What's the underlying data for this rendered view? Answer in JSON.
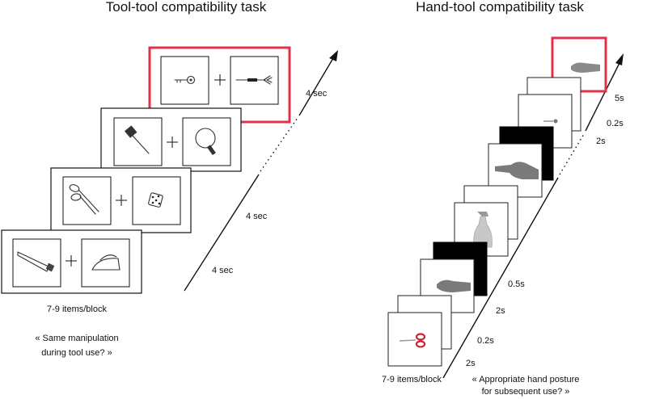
{
  "left_panel": {
    "title": "Tool-tool compatibility task",
    "durations": [
      "4 sec",
      "4 sec",
      "4 sec"
    ],
    "items_per_block": "7-9 items/block",
    "question_line1": "« Same manipulation",
    "question_line2": "during tool use? »",
    "highlight_color": "#e0314b",
    "trials": [
      {
        "left": "key-icon",
        "right": "dart-icon",
        "highlighted": true
      },
      {
        "left": "fly-swatter-icon",
        "right": "ping-pong-paddle-icon",
        "highlighted": false
      },
      {
        "left": "scissors-icon",
        "right": "die-icon",
        "highlighted": false
      },
      {
        "left": "saw-icon",
        "right": "iron-icon",
        "highlighted": false
      }
    ]
  },
  "right_panel": {
    "title": "Hand-tool compatibility task",
    "durations": [
      "5s",
      "0.2s",
      "2s",
      "0.5s",
      "2s",
      "0.2s",
      "2s"
    ],
    "items_per_block": "7-9 items/block",
    "question_line1": "« Appropriate hand posture",
    "question_line2": "for subsequent use? »",
    "highlight_color": "#e0314b"
  }
}
